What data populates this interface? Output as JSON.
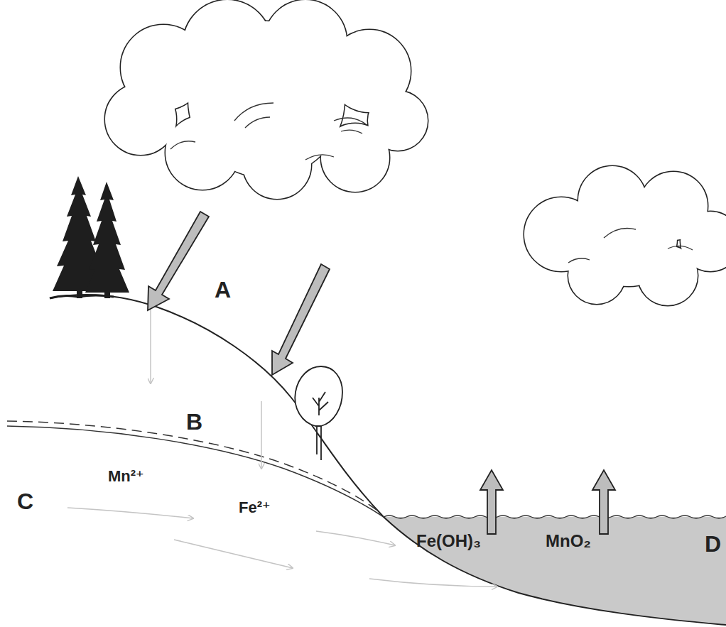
{
  "diagram": {
    "labels": [
      "A",
      "B",
      "C",
      "D",
      "Mn²⁺",
      "Fe²⁺",
      "Fe(OH)₃",
      "MnO₂"
    ]
  }
}
